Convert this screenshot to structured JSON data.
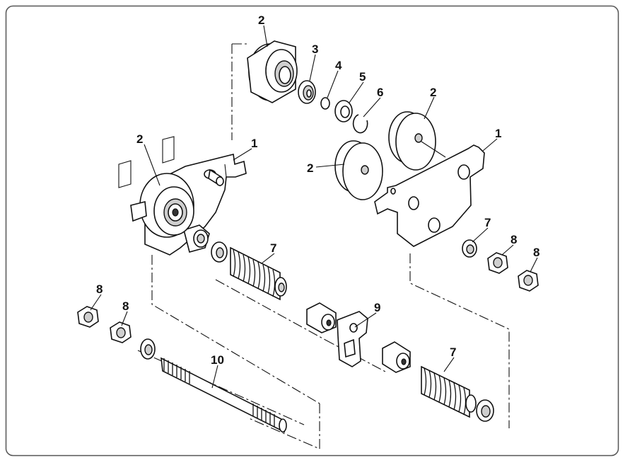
{
  "diagram": {
    "callouts": {
      "c1_left": "1",
      "c1_right": "1",
      "c2_top": "2",
      "c2_left": "2",
      "c2_right_a": "2",
      "c2_right_b": "2",
      "c3": "3",
      "c4": "4",
      "c5": "5",
      "c6": "6",
      "c7_left": "7",
      "c7_right": "7",
      "c7_bottom": "7",
      "c8_left_a": "8",
      "c8_left_b": "8",
      "c8_right_a": "8",
      "c8_right_b": "8",
      "c9": "9",
      "c10": "10"
    },
    "colors": {
      "line": "#111111",
      "background": "#ffffff",
      "frame": "#555555"
    }
  }
}
